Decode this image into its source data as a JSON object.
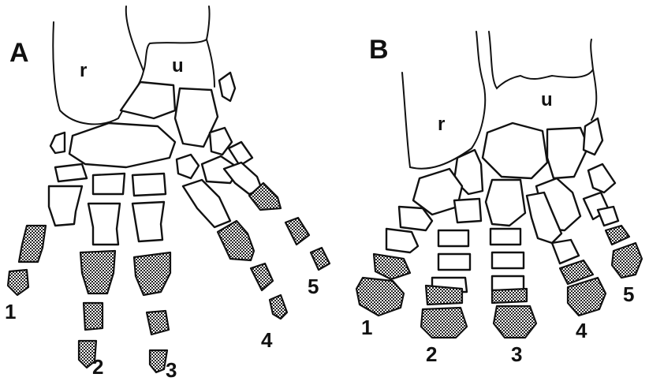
{
  "panels": [
    {
      "id": "A",
      "label": "A",
      "radius_label": "r",
      "ulna_label": "u",
      "digits": [
        "1",
        "2",
        "3",
        "4",
        "5"
      ]
    },
    {
      "id": "B",
      "label": "B",
      "radius_label": "r",
      "ulna_label": "u",
      "digits": [
        "1",
        "2",
        "3",
        "4",
        "5"
      ]
    }
  ],
  "colors": {
    "line": "#111111",
    "shading": "#555555",
    "background": "#ffffff"
  }
}
